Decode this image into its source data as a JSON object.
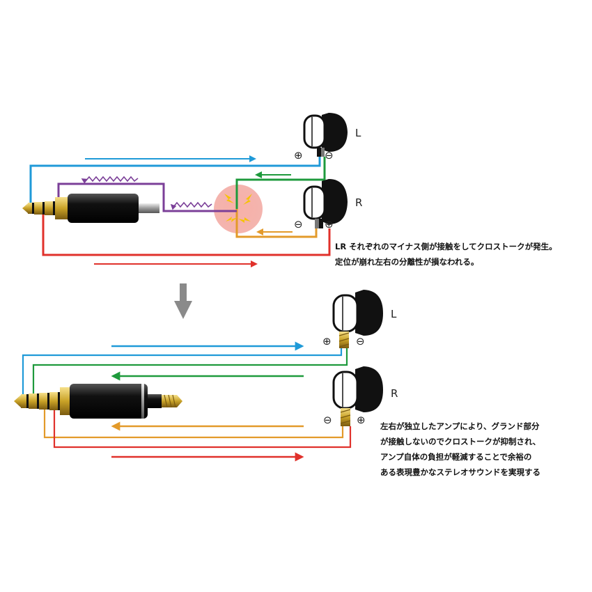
{
  "top_diagram": {
    "left_label": "L",
    "right_label": "R",
    "plus_symbol": "⊕",
    "minus_symbol": "⊖",
    "caption_lines": [
      "LR それぞれのマイナス側が接触をしてクロストークが発生。",
      "定位が崩れ左右の分離性が損なわれる。"
    ]
  },
  "bottom_diagram": {
    "left_label": "L",
    "right_label": "R",
    "plus_symbol": "⊕",
    "minus_symbol": "⊖",
    "caption_lines": [
      "左右が独立したアンプにより、グランド部分",
      "が接触しないのでクロストークが抑制され、",
      "アンプ自体の負担が軽減することで余裕の",
      "ある表現豊かなステレオサウンドを実現する"
    ]
  },
  "colors": {
    "blue": "#1f9ad8",
    "green": "#1e9a3c",
    "purple": "#7b3f98",
    "orange": "#e39a2a",
    "red": "#e0312b",
    "crosstalk_glow": "#f2a7a0",
    "spark": "#f5c400",
    "gold": "#c9a227",
    "arrow_gray": "#8a8a8a"
  }
}
